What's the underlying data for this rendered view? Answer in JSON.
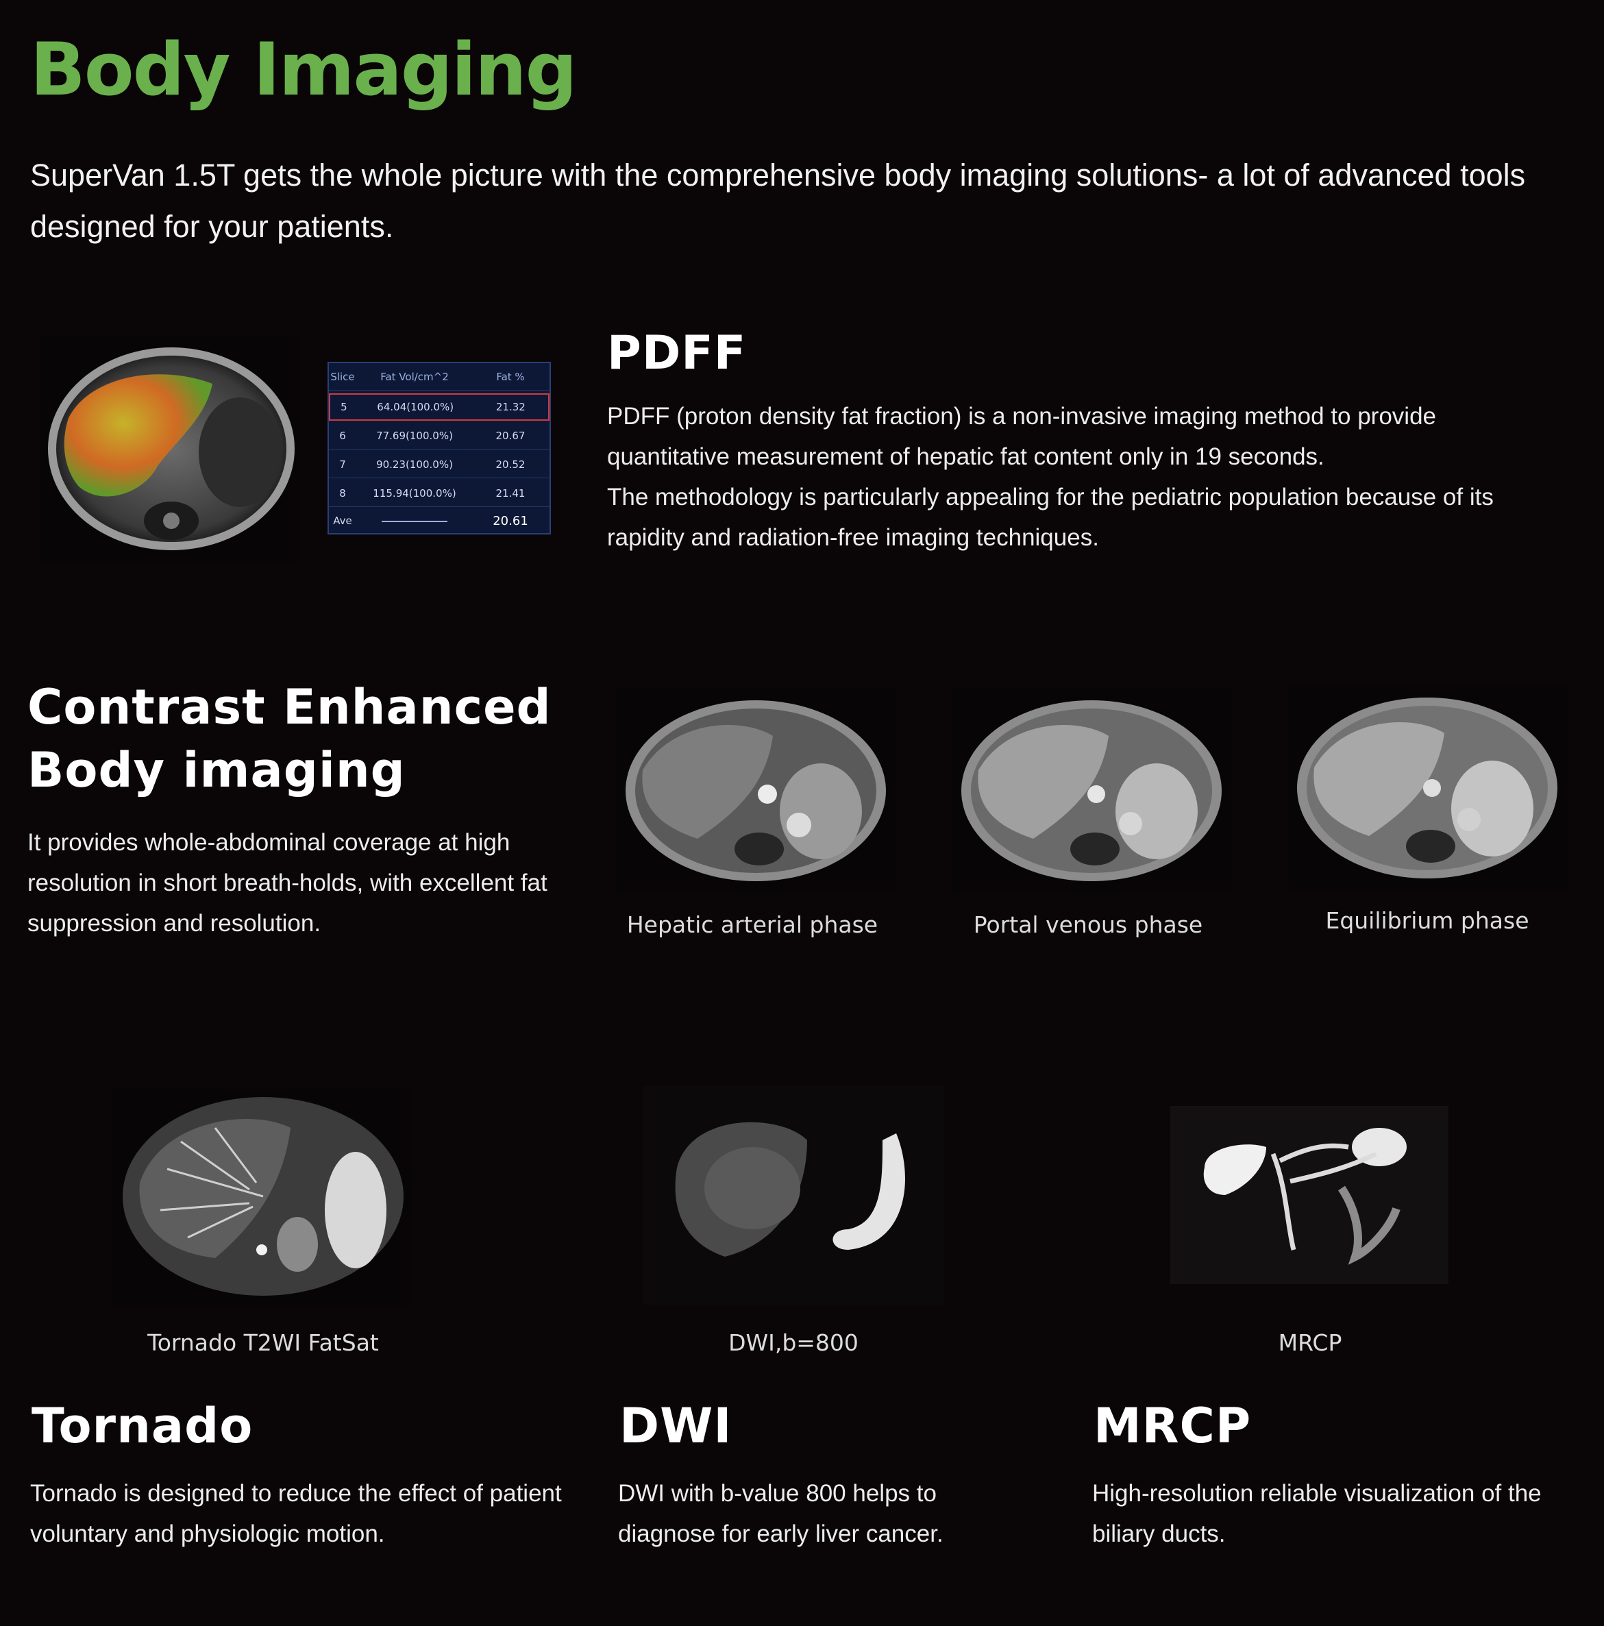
{
  "header": {
    "title": "Body Imaging",
    "intro": "SuperVan 1.5T gets the whole picture with the comprehensive body imaging solutions- a lot of advanced tools designed for your patients."
  },
  "pdff": {
    "heading": "PDFF",
    "text_1": "PDFF (proton density fat fraction) is a non-invasive imaging method to provide quantitative measurement of hepatic fat content only in 19 seconds.",
    "text_2": "The methodology is particularly appealing for the pediatric population because of its rapidity and radiation-free imaging techniques.",
    "table": {
      "headers": [
        "Slice",
        "Fat Vol/cm^2",
        "Fat %"
      ],
      "rows": [
        [
          "5",
          "64.04(100.0%)",
          "21.32"
        ],
        [
          "6",
          "77.69(100.0%)",
          "20.67"
        ],
        [
          "7",
          "90.23(100.0%)",
          "20.52"
        ],
        [
          "8",
          "115.94(100.0%)",
          "21.41"
        ]
      ],
      "average_label": "Ave",
      "average_value": "20.61"
    }
  },
  "contrast": {
    "heading_line1": "Contrast Enhanced",
    "heading_line2": "Body imaging",
    "text": "It provides whole-abdominal coverage at high resolution in short breath-holds, with excellent fat suppression and resolution.",
    "captions": [
      "Hepatic arterial phase",
      "Portal venous phase",
      "Equilibrium phase"
    ]
  },
  "bottom": {
    "captions": [
      "Tornado T2WI FatSat",
      "DWI,b=800",
      "MRCP"
    ],
    "tornado": {
      "heading": "Tornado",
      "text": "Tornado is designed to reduce the effect of patient voluntary and physiologic motion."
    },
    "dwi": {
      "heading": "DWI",
      "text": "DWI with b-value 800 helps to diagnose for early liver cancer."
    },
    "mrcp": {
      "heading": "MRCP",
      "text": "High-resolution reliable visualization of the biliary ducts."
    }
  },
  "colors": {
    "title": "#6ab04c",
    "background": "#0a0607",
    "table_bg": "#0c1836",
    "table_highlight": "#d03a3a"
  }
}
